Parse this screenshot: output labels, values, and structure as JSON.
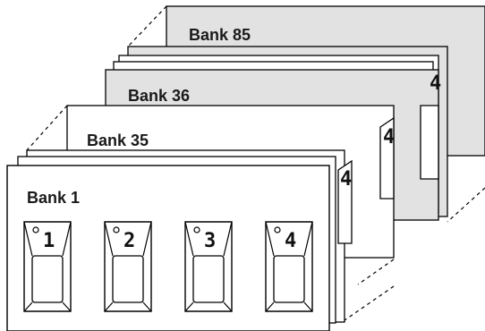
{
  "banks": [
    {
      "label": "Bank 85",
      "fill": "#e2e2e2"
    },
    {
      "label": "Bank 36",
      "fill": "#e2e2e2"
    },
    {
      "label": "Bank 35",
      "fill": "#ffffff"
    },
    {
      "label": "Bank 1",
      "fill": "#ffffff"
    }
  ],
  "switches": [
    "1",
    "2",
    "3",
    "4"
  ],
  "peek_digit": "4",
  "colors": {
    "stroke": "#000000",
    "switch_fill": "#ffffff",
    "shaded": "#e2e2e2"
  }
}
